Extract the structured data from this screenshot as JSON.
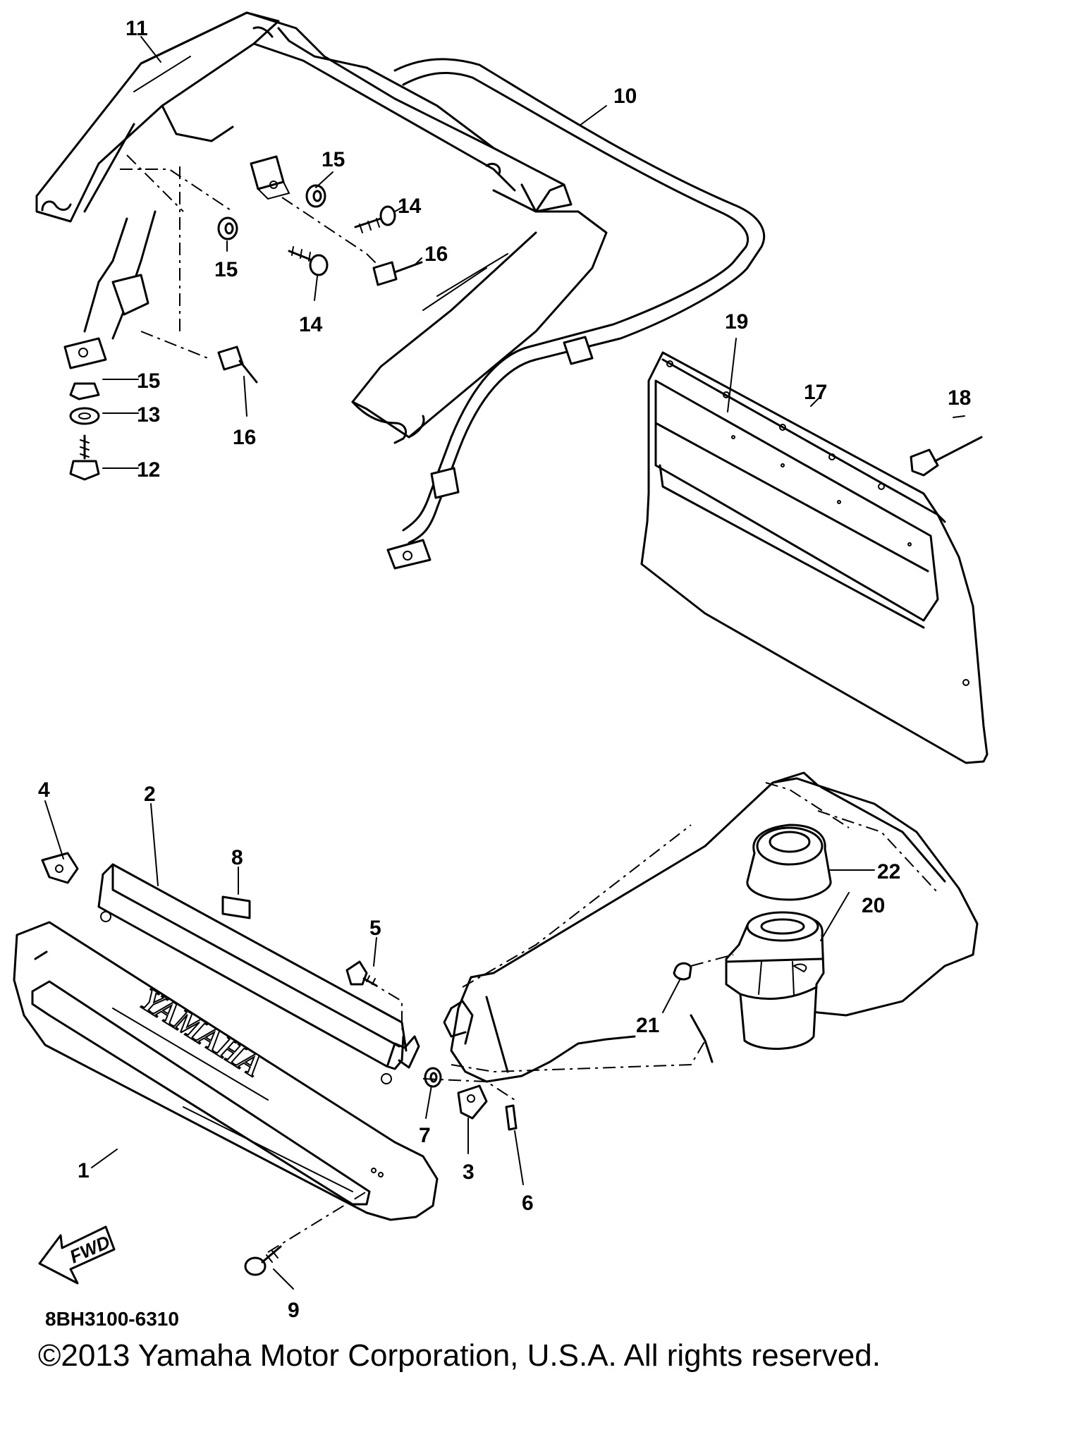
{
  "diagram": {
    "part_code": "8BH3100-6310",
    "direction_label": "FWD",
    "brand_mark": "YAMAHA",
    "copyright": "©2013 Yamaha Motor Corporation, U.S.A. All rights reserved.",
    "callouts": [
      "11",
      "10",
      "15",
      "15",
      "14",
      "14",
      "16",
      "15",
      "13",
      "12",
      "16",
      "19",
      "17",
      "18",
      "4",
      "2",
      "8",
      "5",
      "22",
      "20",
      "21",
      "1",
      "7",
      "3",
      "6",
      "9"
    ]
  }
}
